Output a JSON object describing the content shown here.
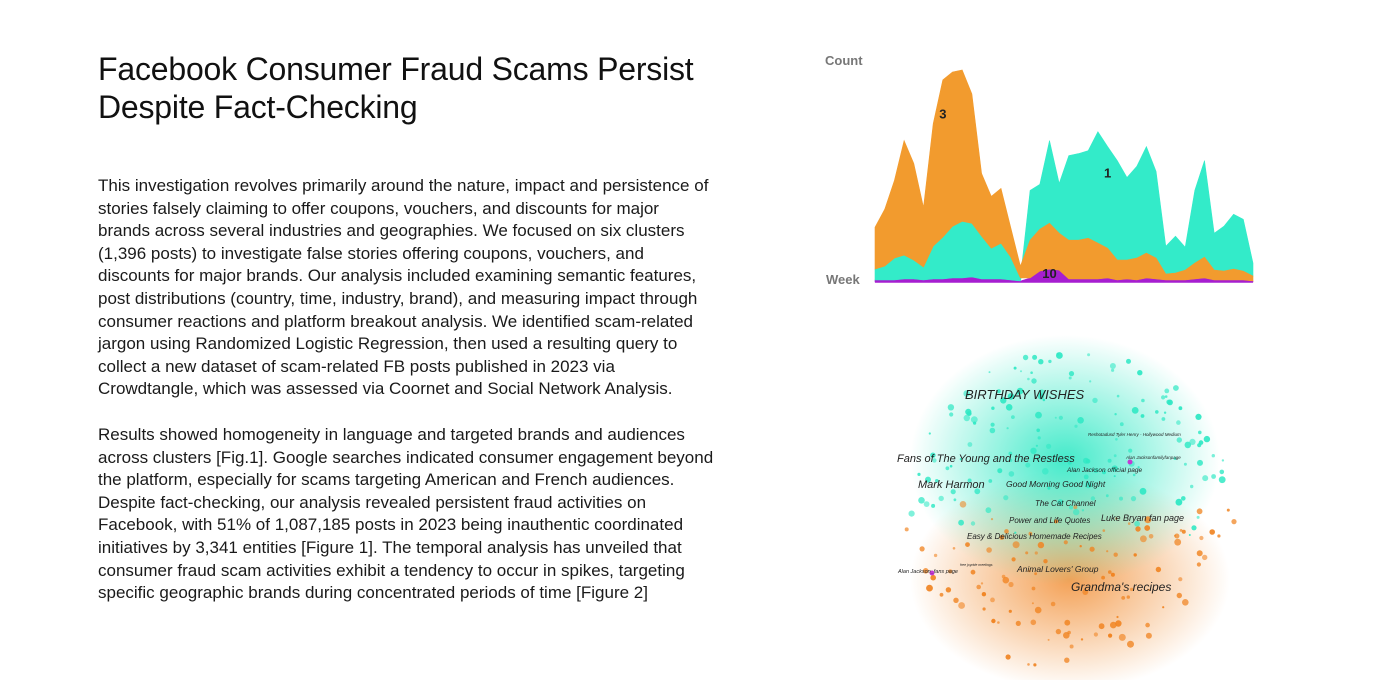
{
  "title_lines": [
    "Facebook Consumer Fraud Scams Persist",
    "Despite Fact-Checking"
  ],
  "paragraph1_lines": [
    "This investigation revolves primarily around the nature, impact and persistence of",
    "stories falsely claiming to offer coupons, vouchers, and discounts for major",
    "brands across several industries and geographies. We focused on six clusters",
    "(1,396 posts) to investigate false stories offering coupons, vouchers, and",
    "discounts for major brands. Our analysis included examining semantic features,",
    "post distributions (country, time, industry, brand), and measuring impact through",
    "consumer reactions and platform breakout analysis. We identified scam-related",
    "jargon using Randomized Logistic Regression, then used a resulting query to",
    "collect a new dataset of scam-related FB posts published in 2023 via",
    "Crowdtangle, which was assessed via Coornet and Social Network Analysis."
  ],
  "paragraph2_lines": [
    "Results showed homogeneity in language and targeted brands and audiences",
    "across clusters [Fig.1]. Google searches indicated consumer engagement beyond",
    "the platform, especially for scams targeting American and French audiences.",
    "Despite fact-checking, our analysis revealed persistent fraud activities on",
    "Facebook, with 51% of 1,087,185 posts in 2023 being inauthentic coordinated",
    "initiatives by 3,341 entities [Figure 1]. The temporal analysis has unveiled that",
    "consumer fraud scam activities exhibit a tendency to occur in spikes, targeting",
    "specific geographic brands during concentrated periods of time [Figure 2]"
  ],
  "chart_data": {
    "type": "area",
    "stacked": true,
    "xlabel": "Week",
    "ylabel": "Count",
    "ylim": [
      0,
      220
    ],
    "x": [
      1,
      2,
      3,
      4,
      5,
      6,
      7,
      8,
      9,
      10,
      11,
      12,
      13,
      14,
      15,
      16,
      17,
      18,
      19,
      20,
      21,
      22,
      23,
      24,
      25,
      26,
      27,
      28,
      29,
      30,
      31,
      32,
      33,
      34,
      35,
      36,
      37,
      38,
      39,
      40
    ],
    "series": [
      {
        "name": "10",
        "color": "#a61fd0",
        "values": [
          2,
          2,
          2,
          3,
          3,
          2,
          3,
          3,
          4,
          4,
          5,
          3,
          3,
          3,
          2,
          1,
          4,
          11,
          13,
          12,
          3,
          3,
          3,
          3,
          4,
          2,
          3,
          2,
          4,
          3,
          2,
          2,
          2,
          3,
          4,
          2,
          2,
          2,
          2,
          1
        ]
      },
      {
        "name": "1",
        "color": "#33ebc9",
        "values": [
          11,
          14,
          22,
          24,
          19,
          13,
          33,
          42,
          52,
          57,
          54,
          43,
          31,
          36,
          23,
          3,
          50,
          45,
          83,
          50,
          85,
          87,
          88,
          112,
          102,
          100,
          83,
          92,
          107,
          87,
          28,
          37,
          23,
          73,
          97,
          37,
          45,
          55,
          52,
          13
        ]
      },
      {
        "name": "3",
        "color": "#f29b2e",
        "values": [
          42,
          57,
          78,
          115,
          97,
          60,
          123,
          158,
          155,
          152,
          130,
          63,
          52,
          55,
          30,
          12,
          38,
          42,
          46,
          37,
          39,
          39,
          41,
          36,
          30,
          20,
          19,
          22,
          25,
          21,
          6,
          7,
          10,
          16,
          21,
          10,
          9,
          11,
          9,
          5
        ]
      }
    ]
  },
  "network": {
    "labels": [
      "BIRTHDAY WISHES",
      "Fans of The Young and the Restless",
      "Mark Harmon",
      "Good Morning Good Night",
      "Alan Jackson official page",
      "Reshotadusd Tyler Henry - Hollywood Medium",
      "Alan Jacksonfamilyfanpage",
      "The Cat Channel",
      "Power and Life Quotes",
      "Luke Bryan fan page",
      "Easy & Delicious Homemade Recipes",
      "Alan Jackson_fans page",
      "free joyride meetings",
      "Animal Lovers' Group",
      "Grandma's recipes"
    ],
    "colors": {
      "teal": "#2fe8c4",
      "orange": "#f0821e",
      "purple": "#c33bd6"
    }
  }
}
